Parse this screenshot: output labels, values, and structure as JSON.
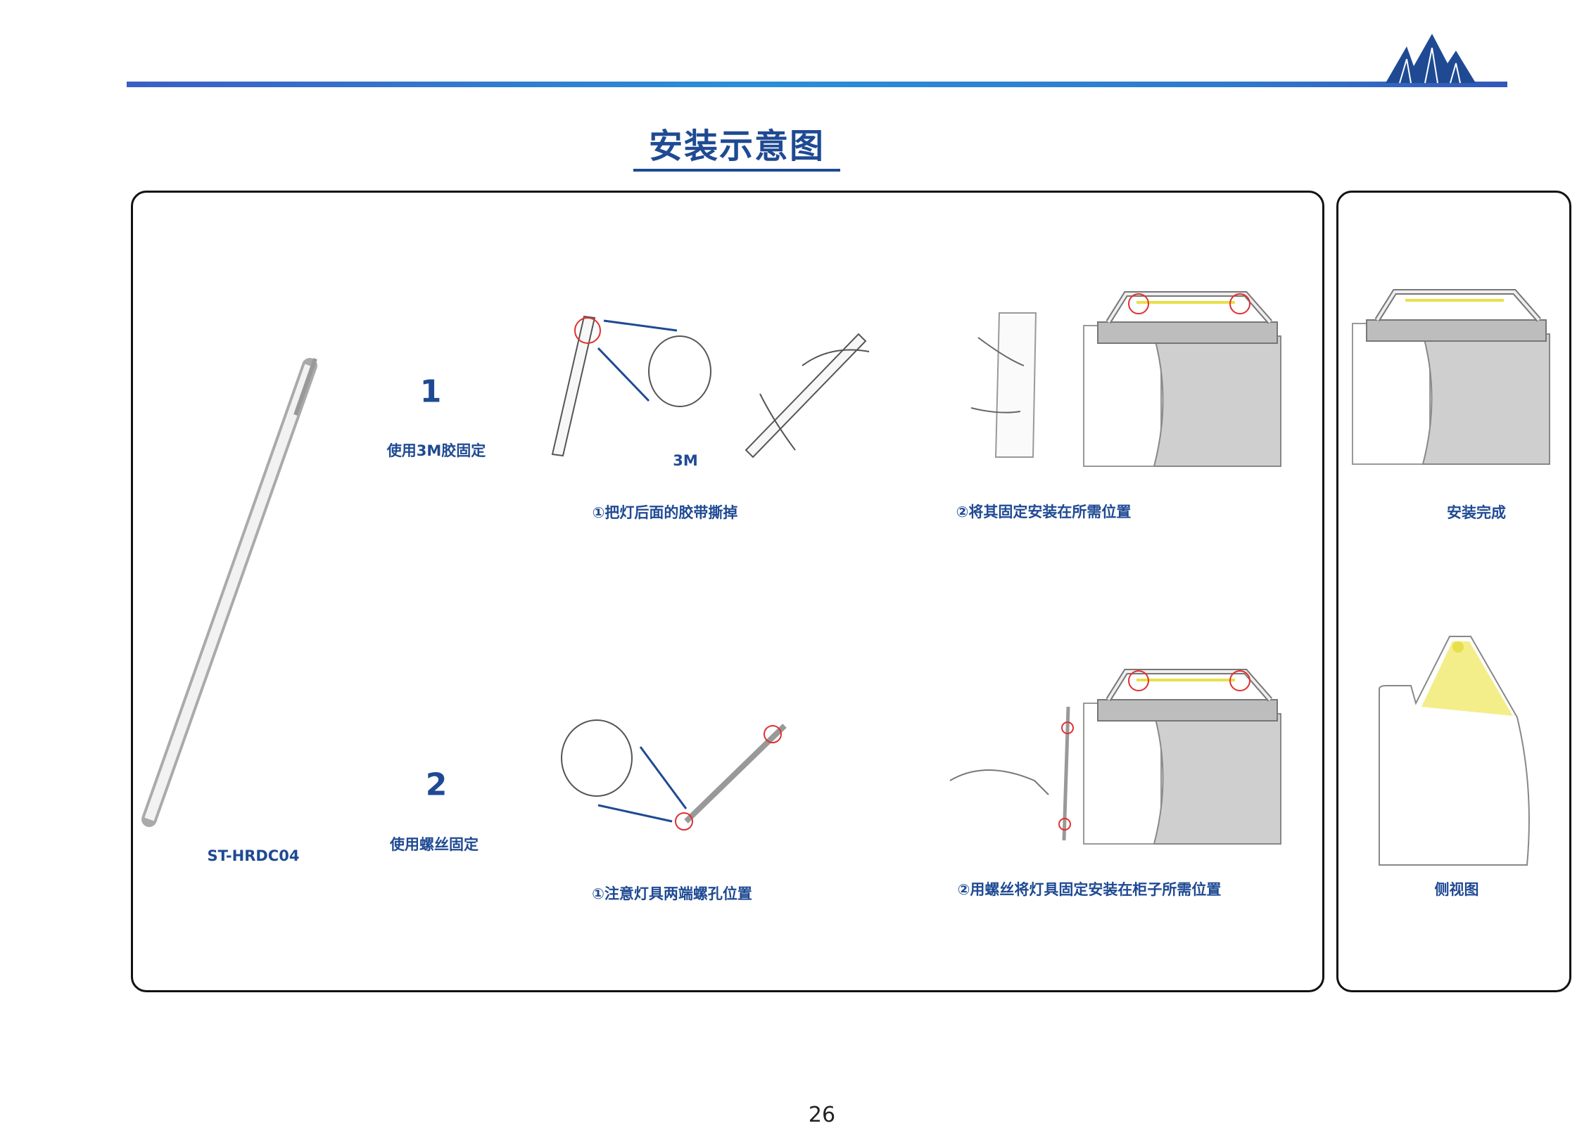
{
  "header": {
    "title": "安装示意图",
    "logo_icon": "mountain-logo"
  },
  "product": {
    "model": "ST-HRDC04"
  },
  "method1": {
    "number": "1",
    "label": "使用3M胶固定",
    "tape_label": "3M",
    "step1": "①把灯后面的胶带撕掉",
    "step2": "②将其固定安装在所需位置"
  },
  "method2": {
    "number": "2",
    "label": "使用螺丝固定",
    "step1": "①注意灯具两端螺孔位置",
    "step2": "②用螺丝将灯具固定安装在柜子所需位置"
  },
  "side_panel": {
    "done_label": "安装完成",
    "side_view_label": "侧视图"
  },
  "footer": {
    "page_number": "26"
  },
  "colors": {
    "accent": "#1f4a93",
    "highlight": "#e8e04a",
    "marker": "#e03030"
  }
}
